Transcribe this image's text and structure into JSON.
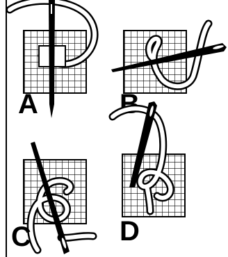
{
  "panels": [
    {
      "letter": "A"
    },
    {
      "letter": "B"
    },
    {
      "letter": "C"
    },
    {
      "letter": "D"
    }
  ],
  "colors": {
    "ink": "#000000",
    "paper": "#ffffff"
  }
}
